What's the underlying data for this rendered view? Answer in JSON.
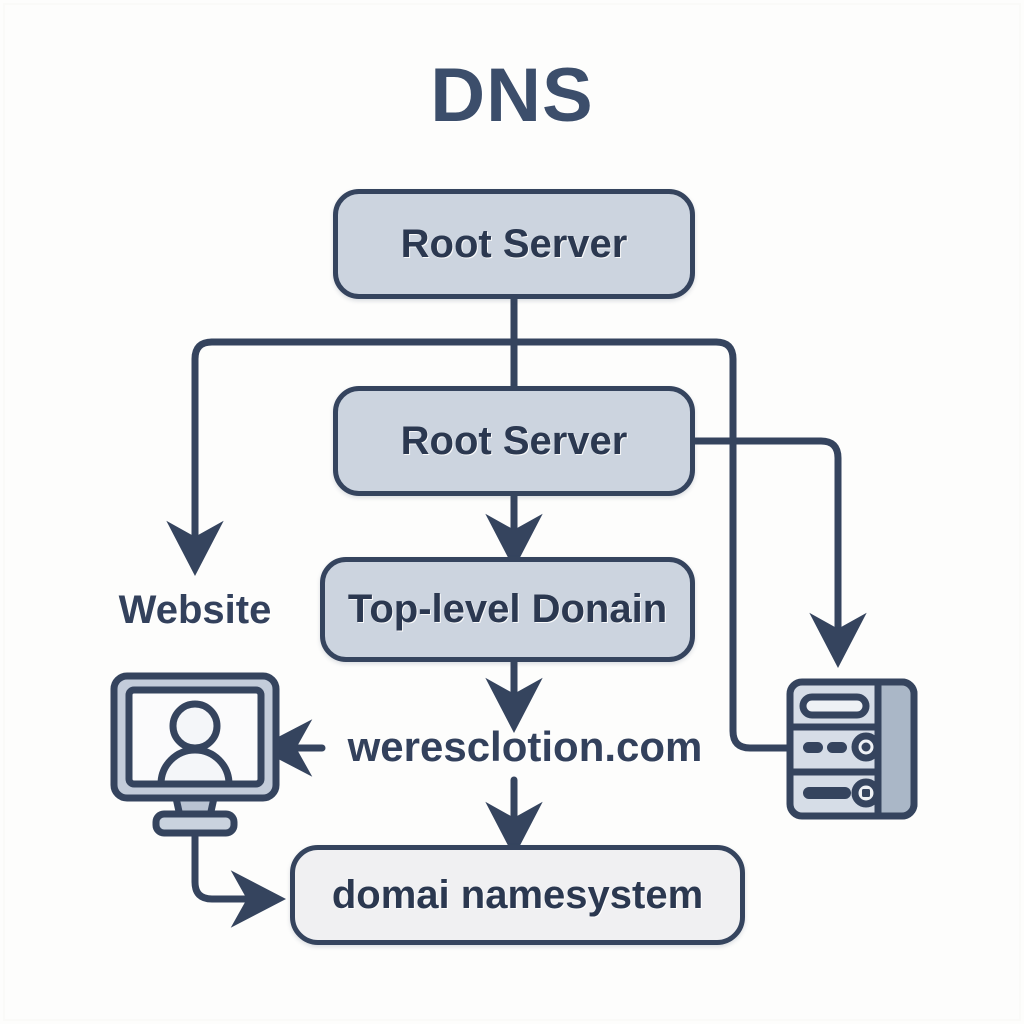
{
  "diagram": {
    "title": "DNS",
    "background_color": "#fdfdfc",
    "accent_color": "#35445e",
    "title_color": "#3c4e6b",
    "node_fill": "#ccd4df",
    "node_fill_light": "#f0f0f2",
    "nodes": [
      {
        "id": "root-server-1",
        "label": "Root Server"
      },
      {
        "id": "root-server-2",
        "label": "Root Server"
      },
      {
        "id": "top-level-domain",
        "label": "Top-level Donain"
      },
      {
        "id": "domain-name-system",
        "label": "domai namesystem"
      }
    ],
    "labels": {
      "website": "Website",
      "domain": "weresclotion.com"
    },
    "icons": {
      "monitor": "monitor-user-icon",
      "server": "server-tower-icon"
    }
  }
}
